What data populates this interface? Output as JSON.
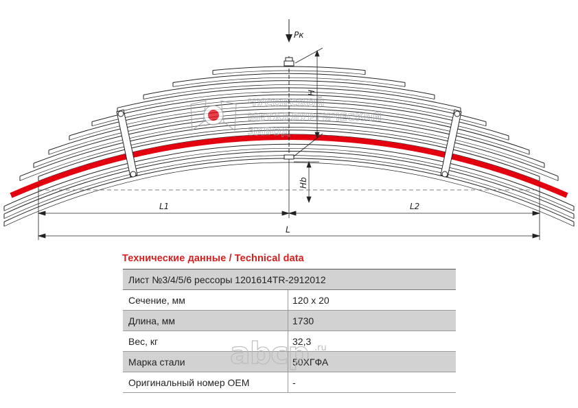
{
  "drawing": {
    "load_label": "Pк",
    "height_label": "H",
    "hb_label": "Hb",
    "l1_label": "L1",
    "l2_label": "L2",
    "l_label": "L",
    "highlight_color": "#e3000f"
  },
  "watermark": {
    "line1": "ЧУСОВСКОЙ",
    "line2": "МЕТАЛЛУРГИЧЕСКИЙ",
    "line3": "ЗАВОД"
  },
  "spec": {
    "title": "Технические данные / Technical data",
    "header": "Лист №3/4/5/6 рессоры 1201614TR-2912012",
    "rows": [
      {
        "label": "Сечение, мм",
        "value": "120 x 20"
      },
      {
        "label": "Длина, мм",
        "value": "1730"
      },
      {
        "label": "Вес, кг",
        "value": "32,3"
      },
      {
        "label": "Марка стали",
        "value": "50ХГФА"
      },
      {
        "label": "Оригинальный номер OEM",
        "value": "-"
      }
    ]
  },
  "site_watermark": {
    "name": "abcp",
    "suffix": ".ru"
  }
}
